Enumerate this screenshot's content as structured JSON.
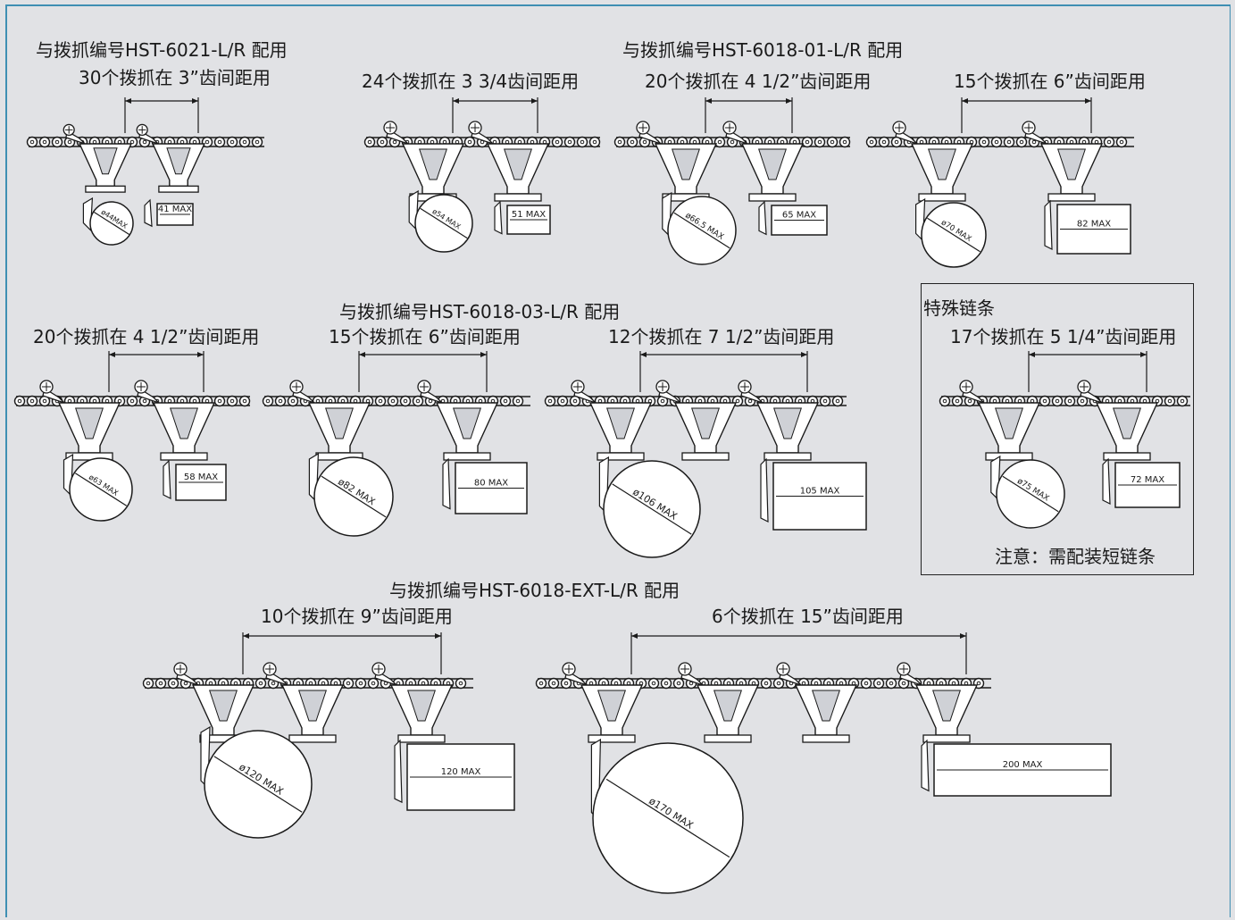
{
  "groups": [
    {
      "title": "与拨抓编号HST-6021-L/R 配用",
      "configs": [
        {
          "spacing": "30个拨抓在 3”齿间距用",
          "round": "ø44MAX",
          "square": "41 MAX"
        }
      ]
    },
    {
      "title": "与拨抓编号HST-6018-01-L/R 配用",
      "configs": [
        {
          "spacing": "24个拨抓在 3 3/4齿间距用",
          "round": "ø54 MAX",
          "square": "51 MAX"
        },
        {
          "spacing": "20个拨抓在 4 1/2”齿间距用",
          "round": "ø66.5 MAX",
          "square": "65 MAX"
        },
        {
          "spacing": "15个拨抓在 6”齿间距用",
          "round": "ø70 MAX",
          "square": "82 MAX"
        }
      ]
    },
    {
      "title": "与拨抓编号HST-6018-03-L/R 配用",
      "configs": [
        {
          "spacing": "20个拨抓在 4 1/2”齿间距用",
          "round": "ø63 MAX",
          "square": "58 MAX"
        },
        {
          "spacing": "15个拨抓在 6”齿间距用",
          "round": "ø82 MAX",
          "square": "80 MAX"
        },
        {
          "spacing": "12个拨抓在 7 1/2”齿间距用",
          "round": "ø106 MAX",
          "square": "105 MAX"
        }
      ]
    },
    {
      "title": "特殊链条",
      "configs": [
        {
          "spacing": "17个拨抓在 5 1/4”齿间距用",
          "round": "ø75 MAX",
          "square": "72 MAX"
        }
      ],
      "note": "注意：需配装短链条"
    },
    {
      "title": "与拨抓编号HST-6018-EXT-L/R 配用",
      "configs": [
        {
          "spacing": "10个拨抓在 9”齿间距用",
          "round": "ø120 MAX",
          "square": "120 MAX"
        },
        {
          "spacing": "6个拨抓在 15”齿间距用",
          "round": "ø170 MAX",
          "square": "200 MAX"
        }
      ]
    }
  ],
  "colors": {
    "background": "#e1e2e5",
    "frame": "#3f8fb3",
    "line": "#1a1a1a",
    "fill": "#ffffff"
  }
}
